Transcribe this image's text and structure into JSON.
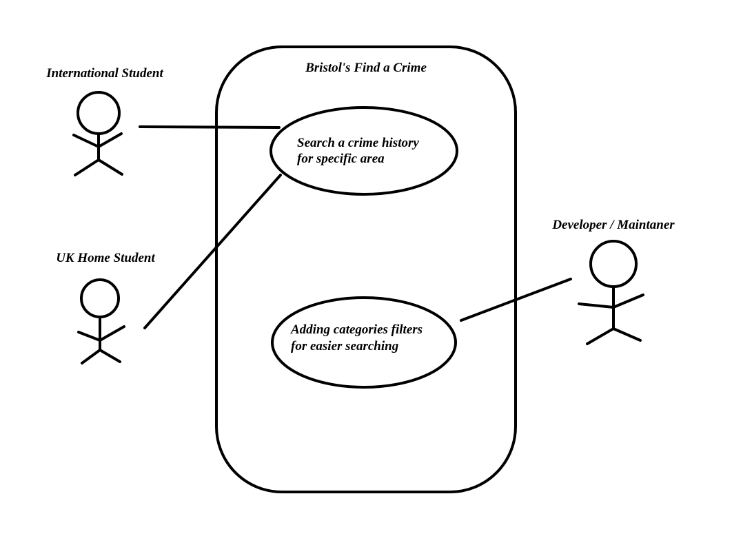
{
  "system": {
    "title": "Bristol's Find a Crime"
  },
  "actors": {
    "international_student": "International Student",
    "uk_home_student": "UK Home Student",
    "developer": "Developer / Maintaner"
  },
  "use_cases": {
    "search": {
      "line1": "Search a crime history",
      "line2": "for specific area"
    },
    "filters": {
      "line1": "Adding categories filters",
      "line2": "for easier searching"
    }
  },
  "colors": {
    "stroke": "#000000",
    "background": "#ffffff"
  }
}
